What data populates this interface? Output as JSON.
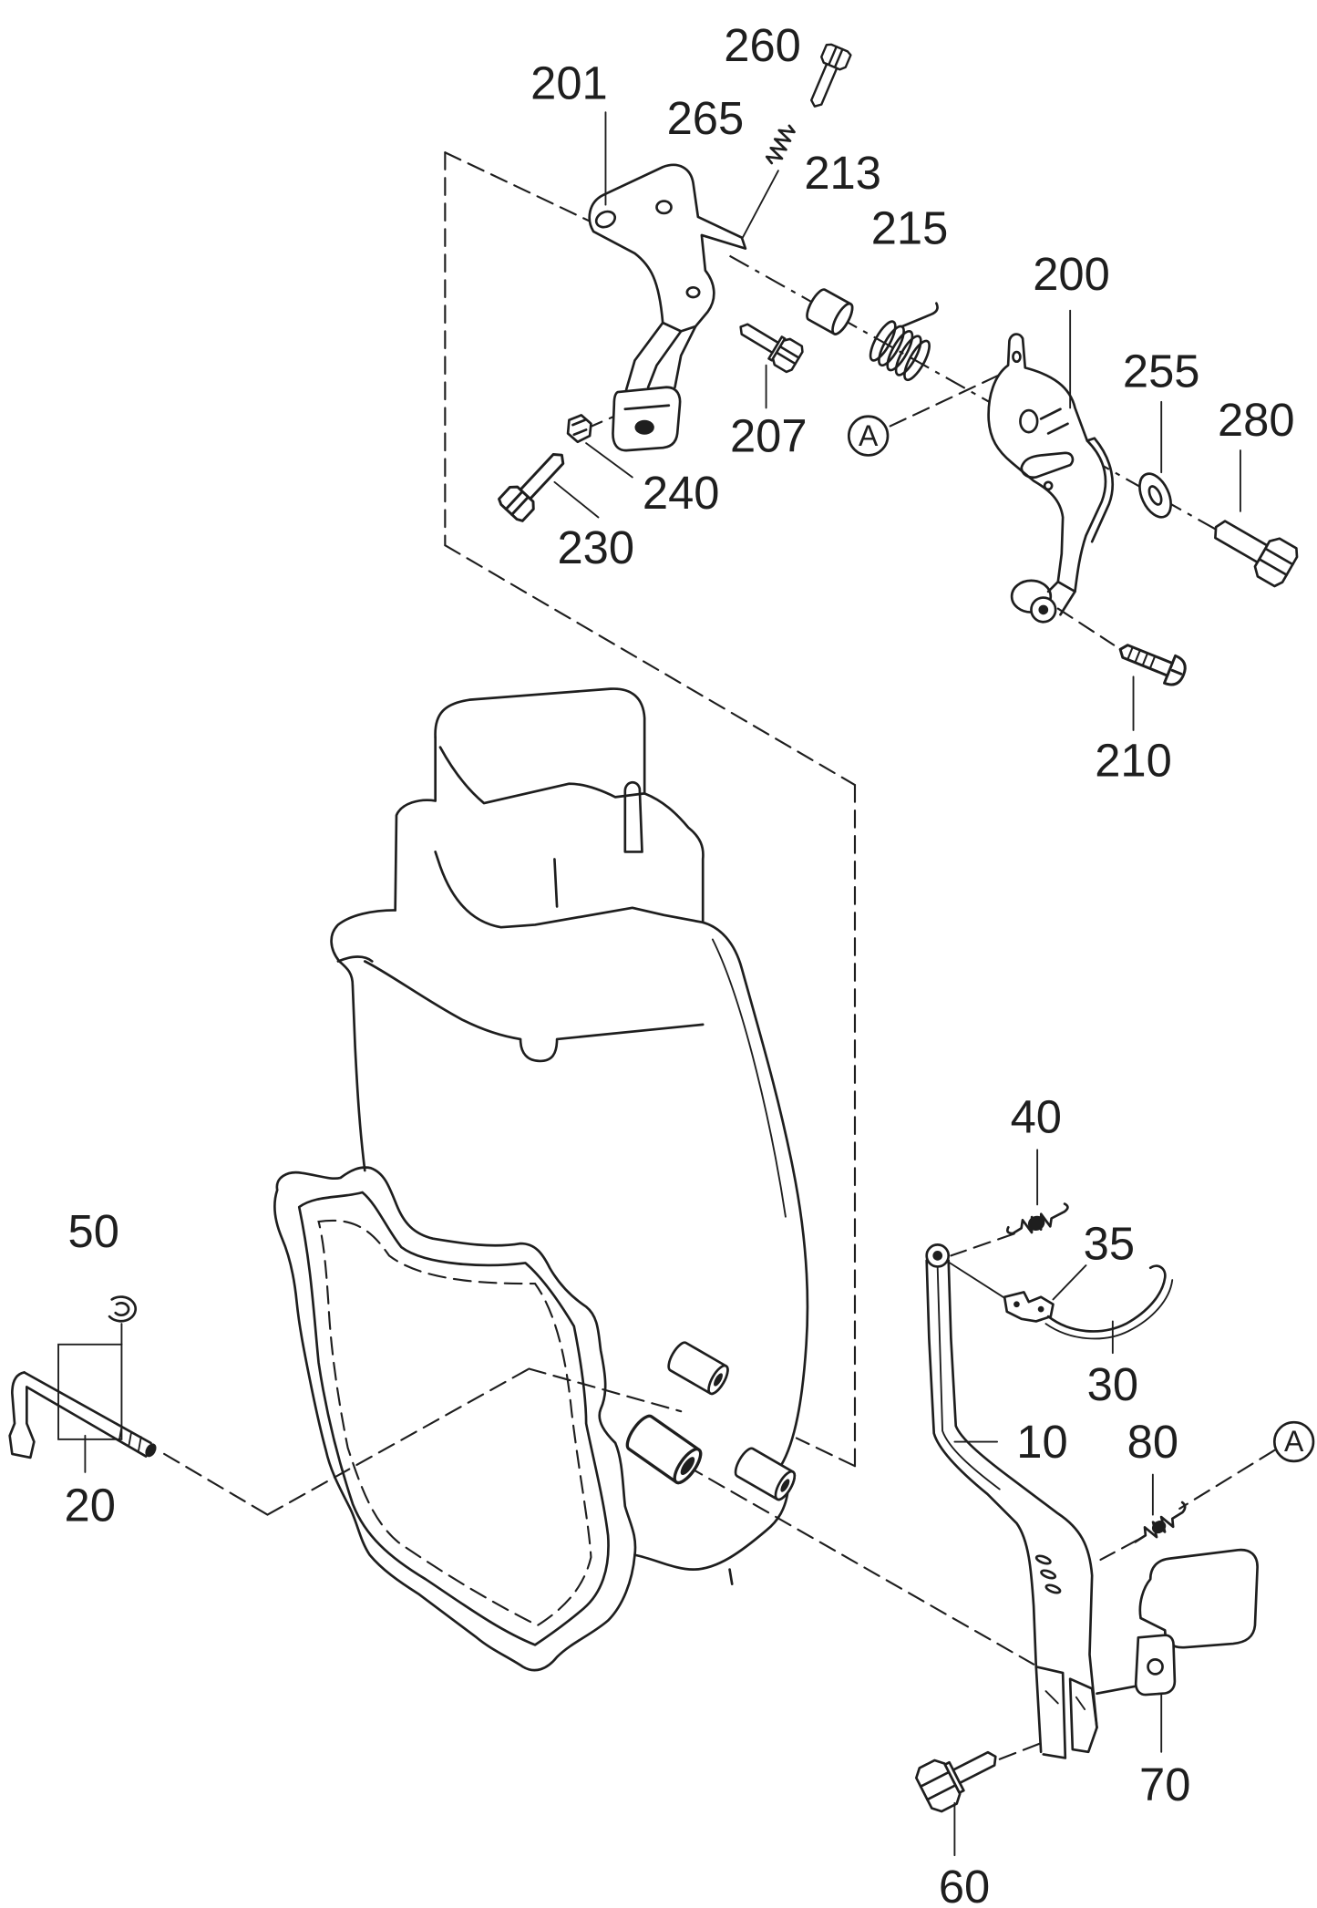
{
  "diagram": {
    "parts": {
      "p260": "260",
      "p201": "201",
      "p265": "265",
      "p213": "213",
      "p215": "215",
      "p200": "200",
      "p255": "255",
      "p280": "280",
      "p207": "207",
      "p240": "240",
      "p230": "230",
      "p210": "210",
      "p40": "40",
      "p35": "35",
      "p50": "50",
      "p30": "30",
      "p10": "10",
      "p80": "80",
      "p20": "20",
      "p70": "70",
      "p60": "60"
    },
    "callouts": {
      "a_upper": "A",
      "a_lower": "A"
    },
    "colors": {
      "line": "#1e1e1e",
      "background": "#ffffff"
    }
  }
}
